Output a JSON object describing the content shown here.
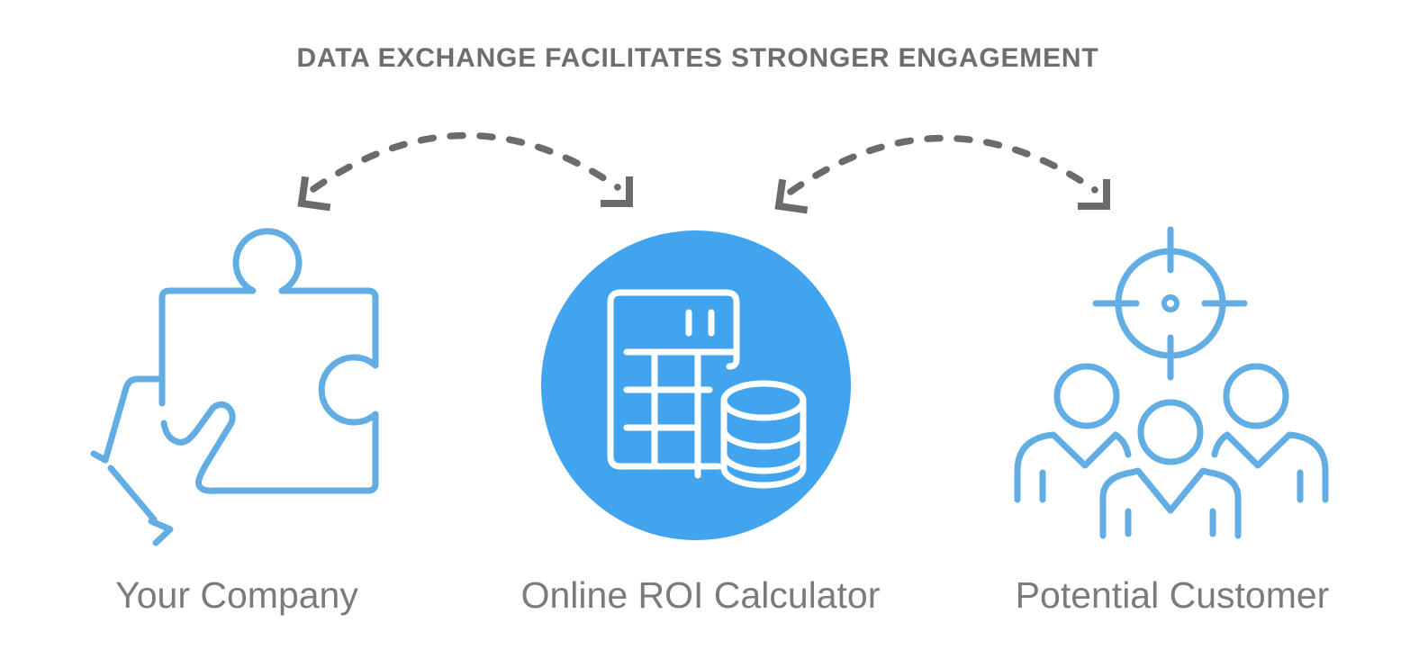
{
  "title": "DATA EXCHANGE FACILITATES STRONGER ENGAGEMENT",
  "nodes": [
    {
      "id": "your-company",
      "label": "Your Company",
      "icon": "hand-holding-puzzle-piece-icon"
    },
    {
      "id": "online-roi-calculator",
      "label": "Online ROI Calculator",
      "icon": "calculator-and-database-icon"
    },
    {
      "id": "potential-customer",
      "label": "Potential Customer",
      "icon": "target-and-people-icon"
    }
  ],
  "connections": [
    {
      "from": "Your Company",
      "to": "Online ROI Calculator",
      "style": "dashed-curved-double-arrow"
    },
    {
      "from": "Online ROI Calculator",
      "to": "Potential Customer",
      "style": "dashed-curved-double-arrow"
    }
  ],
  "colors": {
    "background": "#ffffff",
    "accent_blue": "#42a4ee",
    "icon_outline_blue": "#62ade4",
    "icon_stroke_white": "#ffffff",
    "arrow_gray": "#6b6b6b",
    "title_gray": "#6e6e6e",
    "label_gray": "#7b7b7d"
  }
}
